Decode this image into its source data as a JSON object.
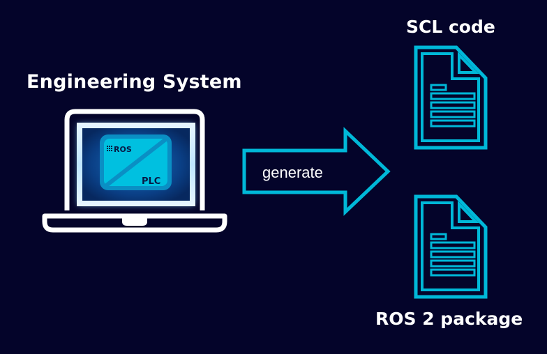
{
  "labels": {
    "engineering_system": "Engineering System",
    "scl_code": "SCL code",
    "ros2_package": "ROS 2 package",
    "arrow_text": "generate"
  },
  "screen_tile": {
    "top_text": "ROS",
    "bottom_text": "PLC"
  },
  "icons": {
    "laptop": "laptop-icon",
    "arrow": "arrow-right-icon",
    "document_scl": "document-icon",
    "document_ros": "document-icon"
  },
  "colors": {
    "background": "#04042a",
    "accent": "#00b8d8",
    "text": "#ffffff",
    "laptop_outline": "#ffffff",
    "screen_fill": "#0a3a7a",
    "tile_fill": "#00c0e0",
    "tile_border": "#0a8fc4"
  }
}
